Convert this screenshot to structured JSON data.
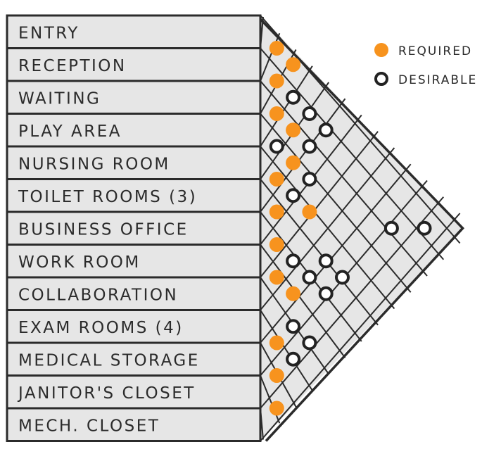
{
  "rooms": [
    {
      "label": "ENTRY"
    },
    {
      "label": "RECEPTION"
    },
    {
      "label": "WAITING"
    },
    {
      "label": "PLAY AREA"
    },
    {
      "label": "NURSING ROOM"
    },
    {
      "label": "TOILET ROOMS (3)"
    },
    {
      "label": "BUSINESS OFFICE"
    },
    {
      "label": "WORK ROOM"
    },
    {
      "label": "COLLABORATION"
    },
    {
      "label": "EXAM ROOMS (4)"
    },
    {
      "label": "MEDICAL STORAGE"
    },
    {
      "label": "JANITOR'S CLOSET"
    },
    {
      "label": "MECH. CLOSET"
    }
  ],
  "legend": {
    "required_label": "REQUIRED",
    "desirable_label": "DESIRABLE"
  },
  "colors": {
    "required": "#f7931e",
    "desirable": "#222222",
    "grid_fill": "#e6e6e6",
    "label_fill": "#e6e6e6",
    "line": "#2b2b2b"
  },
  "adjacencies": [
    {
      "rooms": [
        "ENTRY",
        "RECEPTION"
      ],
      "type": "required"
    },
    {
      "rooms": [
        "ENTRY",
        "WAITING"
      ],
      "type": "required"
    },
    {
      "rooms": [
        "RECEPTION",
        "WAITING"
      ],
      "type": "required"
    },
    {
      "rooms": [
        "RECEPTION",
        "PLAY AREA"
      ],
      "type": "desirable"
    },
    {
      "rooms": [
        "WAITING",
        "PLAY AREA"
      ],
      "type": "required"
    },
    {
      "rooms": [
        "RECEPTION",
        "NURSING ROOM"
      ],
      "type": "desirable"
    },
    {
      "rooms": [
        "WAITING",
        "NURSING ROOM"
      ],
      "type": "required"
    },
    {
      "rooms": [
        "RECEPTION",
        "TOILET ROOMS (3)"
      ],
      "type": "desirable"
    },
    {
      "rooms": [
        "WAITING",
        "TOILET ROOMS (3)"
      ],
      "type": "desirable"
    },
    {
      "rooms": [
        "PLAY AREA",
        "NURSING ROOM"
      ],
      "type": "desirable"
    },
    {
      "rooms": [
        "PLAY AREA",
        "TOILET ROOMS (3)"
      ],
      "type": "required"
    },
    {
      "rooms": [
        "PLAY AREA",
        "BUSINESS OFFICE"
      ],
      "type": "desirable"
    },
    {
      "rooms": [
        "NURSING ROOM",
        "TOILET ROOMS (3)"
      ],
      "type": "required"
    },
    {
      "rooms": [
        "NURSING ROOM",
        "BUSINESS OFFICE"
      ],
      "type": "desirable"
    },
    {
      "rooms": [
        "NURSING ROOM",
        "WORK ROOM"
      ],
      "type": "required"
    },
    {
      "rooms": [
        "TOILET ROOMS (3)",
        "BUSINESS OFFICE"
      ],
      "type": "required"
    },
    {
      "rooms": [
        "TOILET ROOMS (3)",
        "EXAM ROOMS (4)"
      ],
      "type": "desirable"
    },
    {
      "rooms": [
        "TOILET ROOMS (3)",
        "MEDICAL STORAGE"
      ],
      "type": "desirable"
    },
    {
      "rooms": [
        "BUSINESS OFFICE",
        "EXAM ROOMS (4)"
      ],
      "type": "desirable"
    },
    {
      "rooms": [
        "BUSINESS OFFICE",
        "MEDICAL STORAGE"
      ],
      "type": "desirable"
    },
    {
      "rooms": [
        "BUSINESS OFFICE",
        "WORK ROOM"
      ],
      "type": "required"
    },
    {
      "rooms": [
        "BUSINESS OFFICE",
        "COLLABORATION"
      ],
      "type": "desirable"
    },
    {
      "rooms": [
        "WORK ROOM",
        "COLLABORATION"
      ],
      "type": "required"
    },
    {
      "rooms": [
        "WORK ROOM",
        "EXAM ROOMS (4)"
      ],
      "type": "required"
    },
    {
      "rooms": [
        "EXAM ROOMS (4)",
        "MEDICAL STORAGE"
      ],
      "type": "required"
    },
    {
      "rooms": [
        "COLLABORATION",
        "MEDICAL STORAGE"
      ],
      "type": "desirable"
    },
    {
      "rooms": [
        "EXAM ROOMS (4)",
        "JANITOR'S CLOSET"
      ],
      "type": "desirable"
    },
    {
      "rooms": [
        "MEDICAL STORAGE",
        "JANITOR'S CLOSET"
      ],
      "type": "required"
    },
    {
      "rooms": [
        "COLLABORATION",
        "JANITOR'S CLOSET"
      ],
      "type": "desirable"
    },
    {
      "rooms": [
        "WAITING",
        "MEDICAL STORAGE"
      ],
      "type": "desirable"
    },
    {
      "rooms": [
        "RECEPTION",
        "JANITOR'S CLOSET"
      ],
      "type": "desirable"
    },
    {
      "rooms": [
        "JANITOR'S CLOSET",
        "MECH. CLOSET"
      ],
      "type": "required"
    }
  ]
}
